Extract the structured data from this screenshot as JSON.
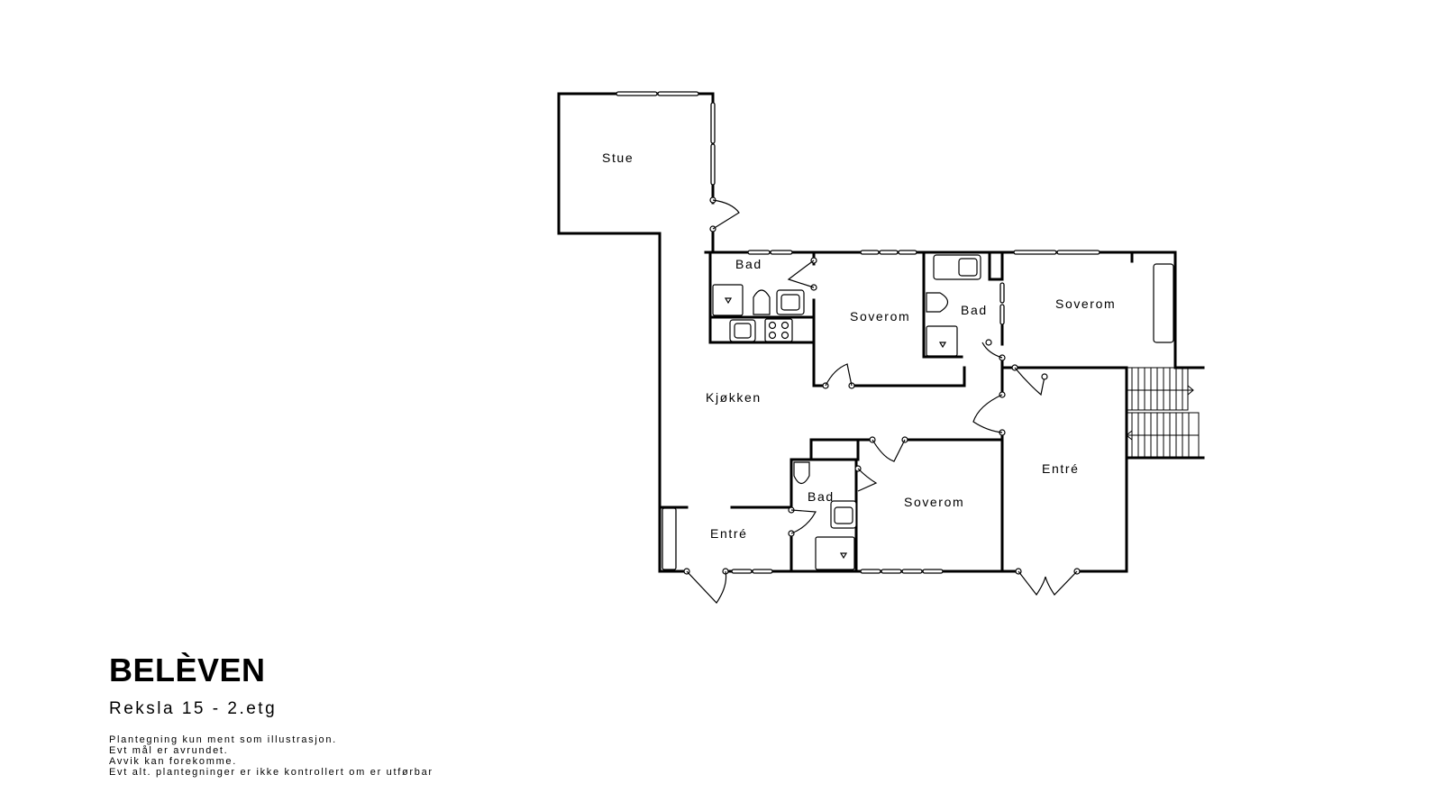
{
  "rooms": {
    "stue": "Stue",
    "bad_1": "Bad",
    "soverom_1": "Soverom",
    "bad_2": "Bad",
    "soverom_2": "Soverom",
    "kjokken": "Kjøkken",
    "bad_3": "Bad",
    "soverom_3": "Soverom",
    "entre_1": "Entré",
    "entre_2": "Entré"
  },
  "footer": {
    "brand": "BELÈVEN",
    "subtitle": "Reksla 15 - 2.etg",
    "notes": [
      "Plantegning kun ment som illustrasjon.",
      "Evt mål er avrundet.",
      "Avvik kan forekomme.",
      "Evt alt. plantegninger er ikke kontrollert om er utførbar"
    ]
  },
  "icons": [
    "sink-icon",
    "toilet-icon",
    "shower-icon",
    "stove-icon",
    "bathtub-icon",
    "stairs-icon",
    "door-icon",
    "window-icon"
  ]
}
